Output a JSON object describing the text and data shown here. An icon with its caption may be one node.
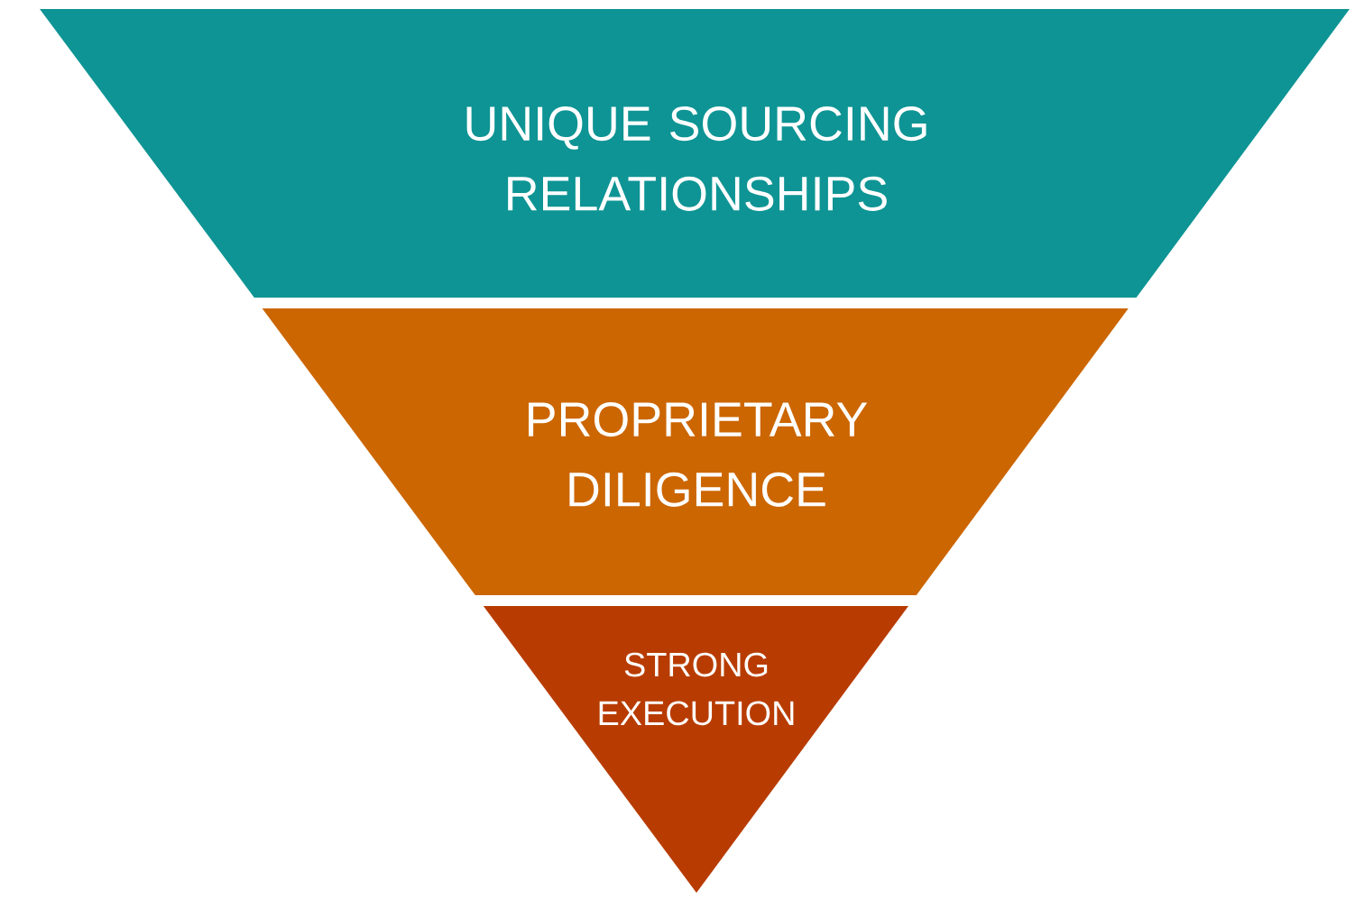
{
  "diagram": {
    "nodes": [
      {
        "text": [
          "UNIQUE SOURCING RELATIONSHIPS"
        ]
      },
      {
        "text": [
          "PROPRIETARY DILIGENCE"
        ]
      },
      {
        "text": [
          "STRONG EXECUTION"
        ]
      }
    ]
  }
}
